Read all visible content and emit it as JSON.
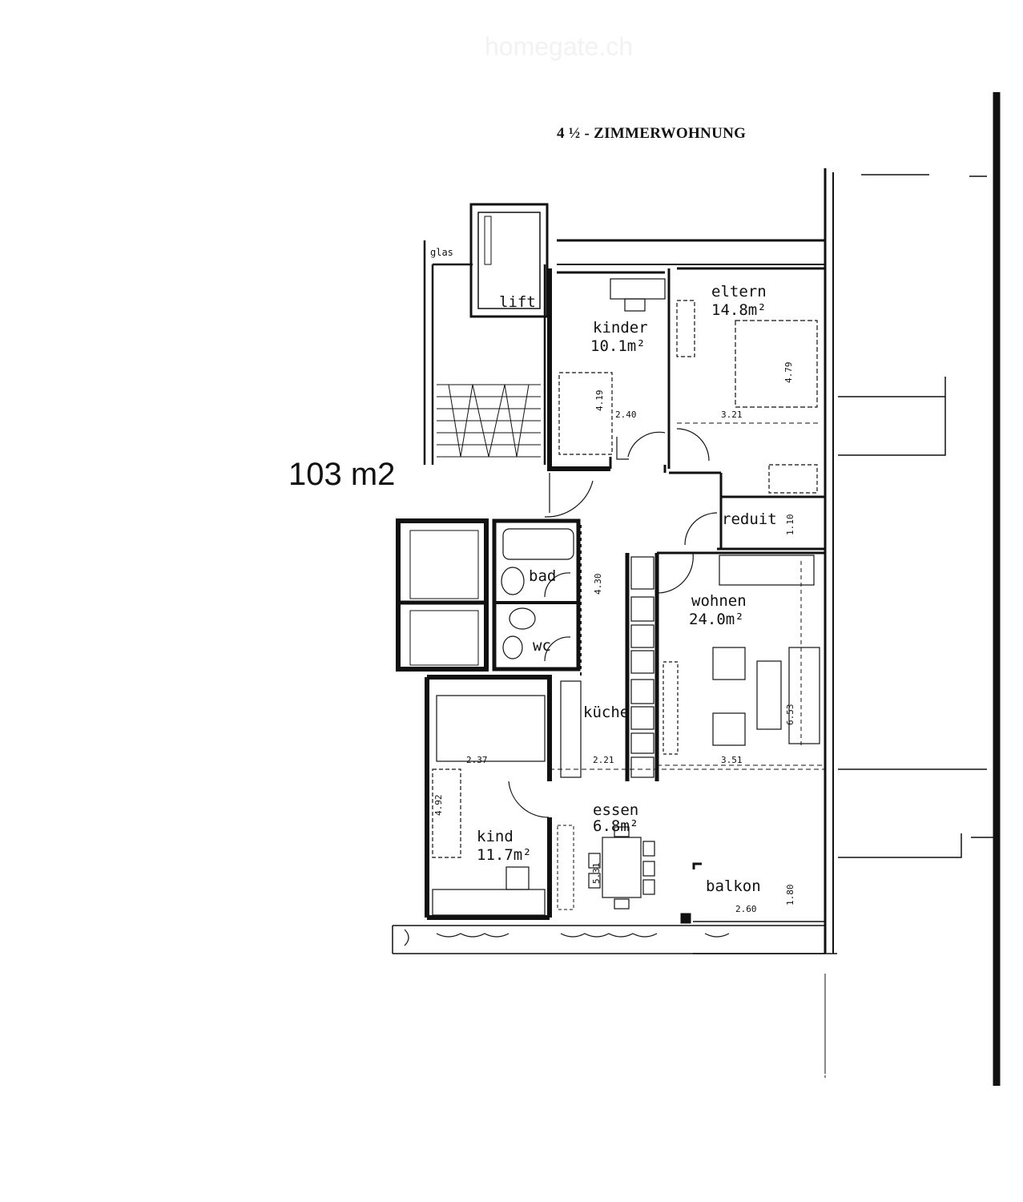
{
  "watermark": "homegate.ch",
  "title": "4 ½ - ZIMMERWOHNUNG",
  "total_area": "103 m2",
  "labels": {
    "glas": "glas",
    "lift": "lift",
    "kinder": "kinder",
    "kinder_area": "10.1m²",
    "eltern": "eltern",
    "eltern_area": "14.8m²",
    "reduit": "reduit",
    "bad": "bad",
    "wc": "wc",
    "wohnen": "wohnen",
    "wohnen_area": "24.0m²",
    "kueche": "küche",
    "essen": "essen",
    "essen_area": "6.8m²",
    "kind": "kind",
    "kind_area": "11.7m²",
    "balkon": "balkon"
  },
  "dimensions": {
    "kinder_width": "2.40",
    "kinder_depth": "4.19",
    "eltern_width": "3.21",
    "eltern_depth": "4.79",
    "reduit_depth": "1.10",
    "corridor": "4.30",
    "wohnen_depth": "6.53",
    "kind_width": "2.37",
    "kueche_width": "2.21",
    "wohnen_width": "3.51",
    "kind_depth": "4.92",
    "essen_depth": "5.31",
    "balkon_depth": "1.80",
    "balkon_width": "2.60"
  }
}
